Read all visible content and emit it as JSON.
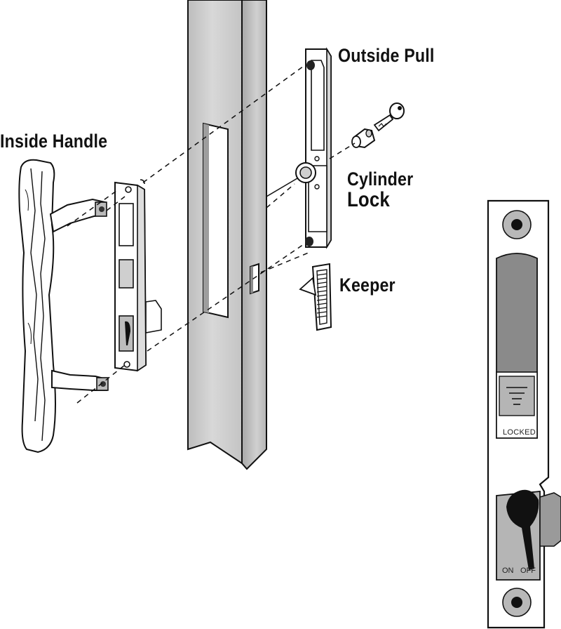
{
  "labels": {
    "outside_pull": "Outside Pull",
    "inside_handle": "Inside Handle",
    "cylinder": "Cylinder",
    "lock": "Lock",
    "keeper": "Keeper"
  },
  "detail": {
    "locked": "LOCKED",
    "on": "ON",
    "off": "OFF"
  },
  "colors": {
    "line": "#111111",
    "door_gray": "#c8c8c8",
    "door_dark": "#9a9a9a",
    "detail_gray": "#8a8a8a",
    "detail_light": "#b5b5b5"
  }
}
